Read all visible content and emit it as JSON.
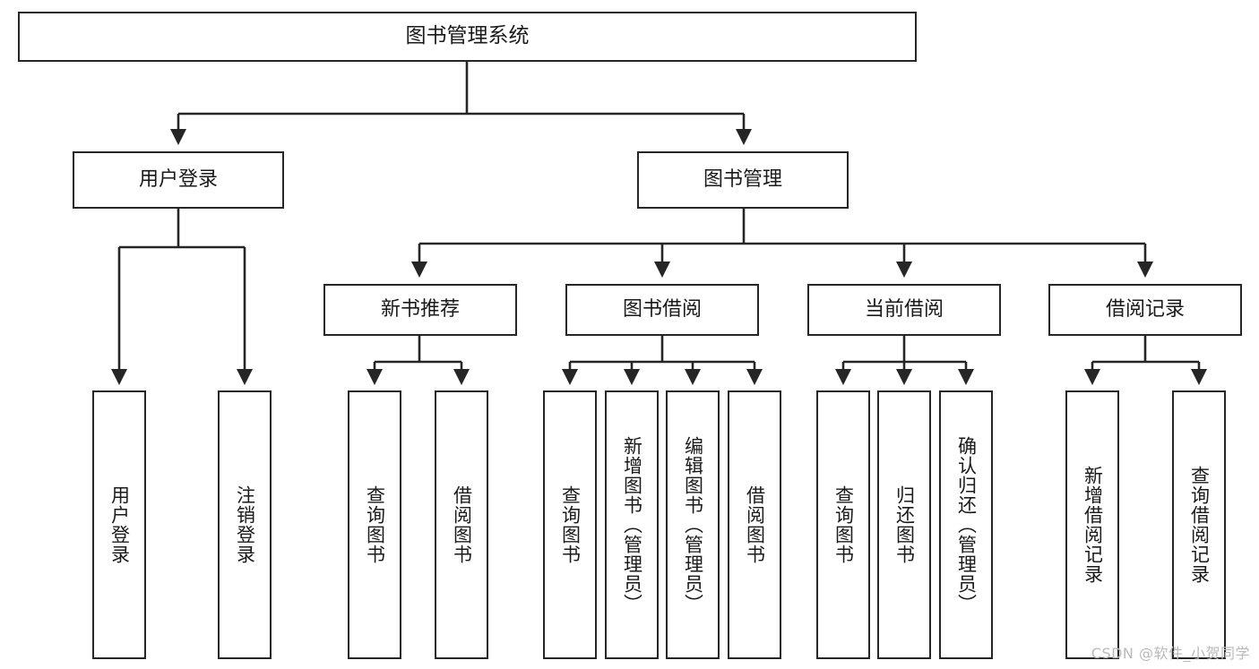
{
  "diagram": {
    "title": "图书管理系统",
    "watermark": "CSDN @软件_小贺同学",
    "accent_color": "#262626",
    "background_color": "#ffffff",
    "text_color": "#1a1a1a",
    "nodes": {
      "root": "图书管理系统",
      "level2": {
        "user_login": "用户登录",
        "book_manage": "图书管理"
      },
      "level3": {
        "new_book_recommend": "新书推荐",
        "book_borrow": "图书借阅",
        "current_borrow": "当前借阅",
        "borrow_record": "借阅记录"
      },
      "leaves": {
        "user_login_1": "用户登录",
        "user_login_2": "注销登录",
        "recommend_1": "查询图书",
        "recommend_2": "借阅图书",
        "borrow_1": "查询图书",
        "borrow_2": "新增图书（管理员）",
        "borrow_3": "编辑图书（管理员）",
        "borrow_4": "借阅图书",
        "current_1": "查询图书",
        "current_2": "归还图书",
        "current_3": "确认归还（管理员）",
        "record_1": "新增借阅记录",
        "record_2": "查询借阅记录"
      }
    }
  }
}
